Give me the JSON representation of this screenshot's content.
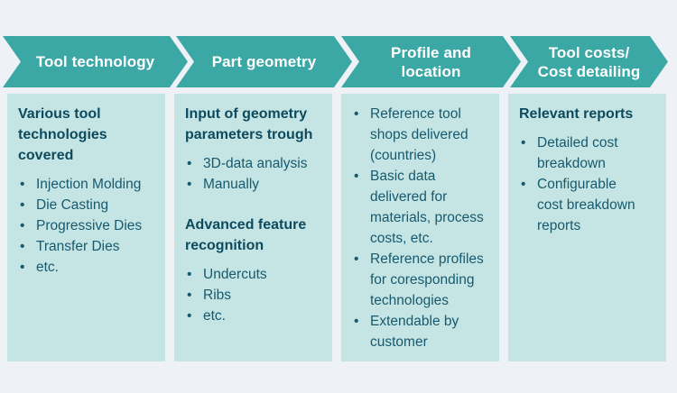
{
  "theme": {
    "page-bg": "#eef1f5",
    "arrow-bg": "#3ca8a6",
    "arrow-text": "#ffffff",
    "box-bg": "#c5e5e4",
    "heading-text": "#0d4a5e",
    "bullet-text": "#17596e"
  },
  "steps": [
    {
      "header": "Tool technology",
      "sections": [
        {
          "heading": "Various tool\ntechnologies\ncovered",
          "bullets": [
            "Injection Molding",
            "Die Casting",
            "Progressive Dies",
            "Transfer Dies",
            "etc."
          ]
        }
      ]
    },
    {
      "header": "Part geometry",
      "sections": [
        {
          "heading": "Input of geometry\nparameters trough",
          "bullets": [
            "3D-data analysis",
            "Manually"
          ]
        },
        {
          "heading": "Advanced feature\nrecognition",
          "bullets": [
            "Undercuts",
            "Ribs",
            "etc."
          ]
        }
      ]
    },
    {
      "header": "Profile and\nlocation",
      "sections": [
        {
          "heading": "",
          "bullets": [
            "Reference tool\nshops delivered\n(countries)",
            "Basic data\ndelivered for\nmaterials, process\ncosts, etc.",
            "Reference profiles\nfor coresponding\ntechnologies",
            "Extendable by\ncustomer"
          ]
        }
      ]
    },
    {
      "header": "Tool costs/\nCost detailing",
      "sections": [
        {
          "heading": "Relevant reports",
          "bullets": [
            "Detailed cost\nbreakdown",
            "Configurable\ncost breakdown\nreports"
          ]
        }
      ]
    }
  ]
}
